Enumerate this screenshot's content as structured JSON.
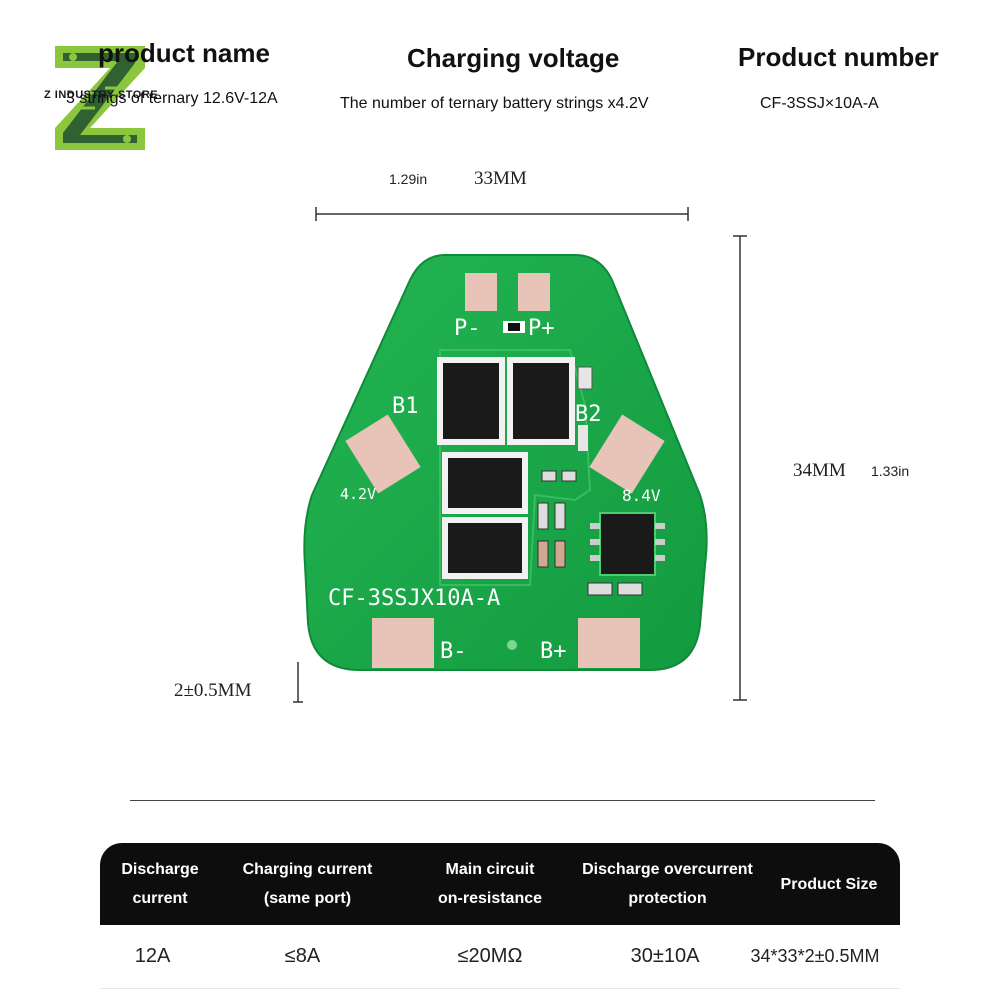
{
  "logo": {
    "icon": "z-letter-logo",
    "text": "Z INDUSTRY STORE",
    "color": "#8cc63f",
    "dark": "#1f4f2f"
  },
  "header": {
    "col1": {
      "title": "product name",
      "value": "3 strings of ternary 12.6V-12A"
    },
    "col2": {
      "title": "Charging voltage",
      "value": "The number of ternary battery strings x4.2V"
    },
    "col3": {
      "title": "Product number",
      "value": "CF-3SSJ×10A-A"
    }
  },
  "dimensions": {
    "width_mm": "33MM",
    "width_in": "1.29in",
    "height_mm": "34MM",
    "height_in": "1.33in",
    "thickness": "2±0.5MM"
  },
  "board": {
    "color": "#18a84a",
    "labels": {
      "p_minus": "P-",
      "p_plus": "P+",
      "b1": "B1",
      "b2": "B2",
      "v1": "4.2V",
      "v2": "8.4V",
      "model": "CF-3SSJX10A-A",
      "b_minus": "B-",
      "b_plus": "B+"
    }
  },
  "table": {
    "headers": [
      [
        "Discharge",
        "current"
      ],
      [
        "Charging current",
        "(same port)"
      ],
      [
        "Main circuit",
        "on-resistance"
      ],
      [
        "Discharge overcurrent",
        "protection"
      ],
      [
        "Product Size"
      ]
    ],
    "values": [
      "12A",
      "≤8A",
      "≤20MΩ",
      "30±10A",
      "34*33*2±0.5MM"
    ]
  }
}
